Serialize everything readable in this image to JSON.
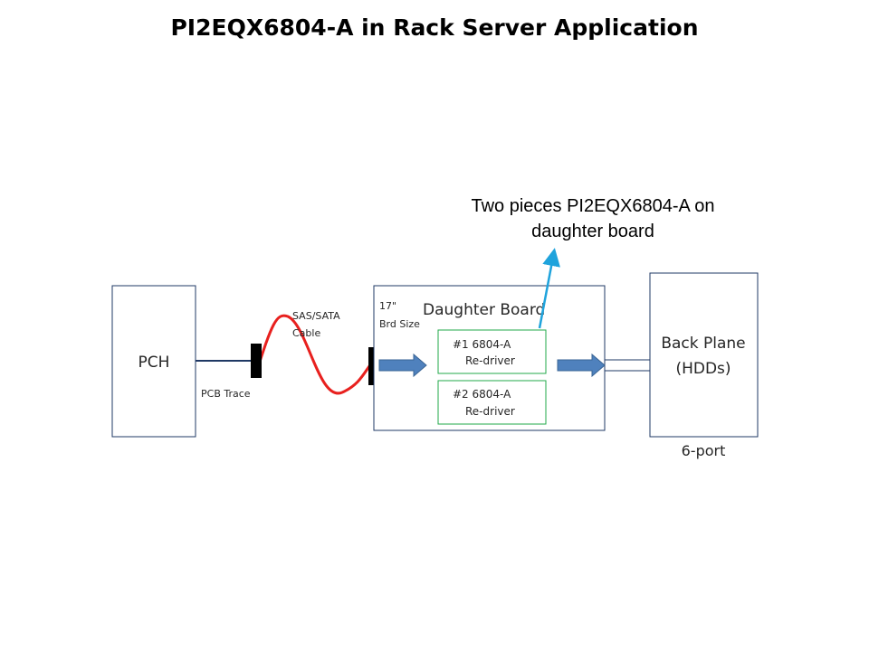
{
  "title": "PI2EQX6804-A in Rack Server Application",
  "callout": {
    "line1": "Two pieces PI2EQX6804-A on",
    "line2": "daughter board"
  },
  "pch": {
    "label": "PCH"
  },
  "pcb_trace": {
    "label": "PCB Trace"
  },
  "cable": {
    "line1": "SAS/SATA",
    "line2": "Cable"
  },
  "daughter_board": {
    "title": "Daughter Board",
    "size_line1": "17\"",
    "size_line2": "Brd Size",
    "chips": [
      {
        "name": "#1 6804-A",
        "sub": "Re-driver"
      },
      {
        "name": "#2 6804-A",
        "sub": "Re-driver"
      }
    ]
  },
  "backplane": {
    "line1": "Back Plane",
    "line2": "(HDDs)",
    "ports": "6-port"
  },
  "colors": {
    "cable": "#e8201e",
    "chip_border": "#22a84a",
    "arrow": "#4f81bd",
    "callout_arrow": "#1fa3dc",
    "box_border": "#1f3864"
  }
}
